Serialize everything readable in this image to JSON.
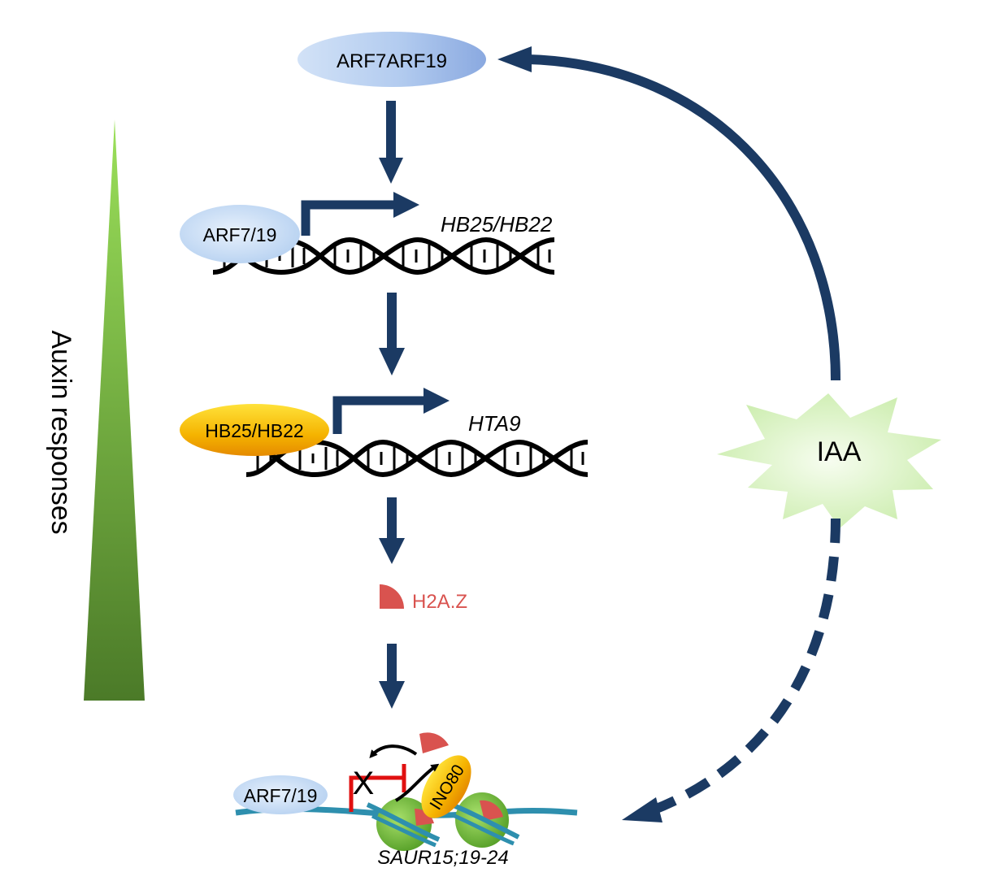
{
  "side_label": "Auxin responses",
  "signal": "IAA",
  "top_protein": "ARF7ARF19",
  "step1": {
    "protein": "ARF7/19",
    "gene": "HB25/HB22"
  },
  "step2": {
    "protein": "HB25/HB22",
    "gene": "HTA9"
  },
  "h2az_label": "H2A.Z",
  "bottom": {
    "protein": "ARF7/19",
    "remodeler": "INO80",
    "block_mark": "X",
    "gene_prefix": "SAUR15",
    "gene_suffix": ";19-24"
  },
  "colors": {
    "arrow": "#1b3a63",
    "h2az": "#d9534f",
    "block": "#e01010",
    "dna_line": "#2e8fae",
    "nucleosome": "#6fbf3a",
    "triangle_top": "#8fd14f",
    "triangle_bottom": "#4e7a2a"
  }
}
